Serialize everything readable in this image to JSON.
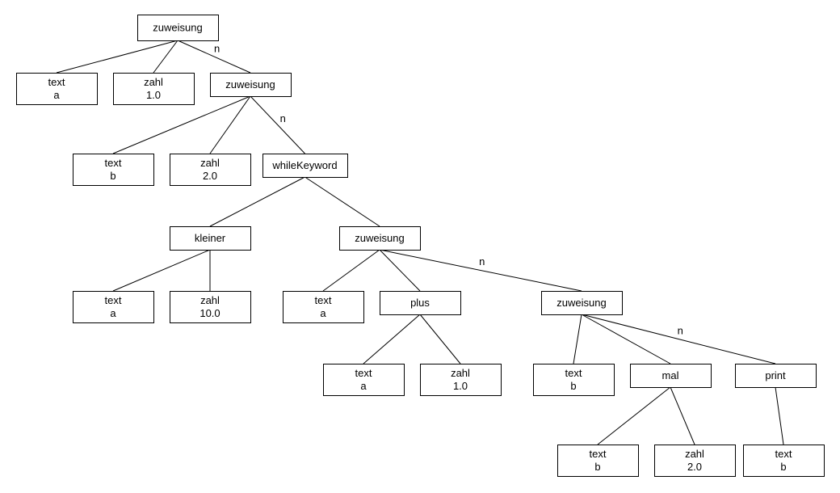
{
  "colors": {
    "background": "#ffffff",
    "stroke": "#000000",
    "text": "#000000"
  },
  "nodes": [
    {
      "id": "n1",
      "lines": [
        "zuweisung"
      ]
    },
    {
      "id": "n2",
      "lines": [
        "text",
        "a"
      ]
    },
    {
      "id": "n3",
      "lines": [
        "zahl",
        "1.0"
      ]
    },
    {
      "id": "n4",
      "lines": [
        "zuweisung"
      ]
    },
    {
      "id": "n5",
      "lines": [
        "text",
        "b"
      ]
    },
    {
      "id": "n6",
      "lines": [
        "zahl",
        "2.0"
      ]
    },
    {
      "id": "n7",
      "lines": [
        "whileKeyword"
      ]
    },
    {
      "id": "n8",
      "lines": [
        "kleiner"
      ]
    },
    {
      "id": "n9",
      "lines": [
        "zuweisung"
      ]
    },
    {
      "id": "n10",
      "lines": [
        "text",
        "a"
      ]
    },
    {
      "id": "n11",
      "lines": [
        "zahl",
        "10.0"
      ]
    },
    {
      "id": "n12",
      "lines": [
        "text",
        "a"
      ]
    },
    {
      "id": "n13",
      "lines": [
        "plus"
      ]
    },
    {
      "id": "n14",
      "lines": [
        "zuweisung"
      ]
    },
    {
      "id": "n15",
      "lines": [
        "text",
        "a"
      ]
    },
    {
      "id": "n16",
      "lines": [
        "zahl",
        "1.0"
      ]
    },
    {
      "id": "n17",
      "lines": [
        "text",
        "b"
      ]
    },
    {
      "id": "n18",
      "lines": [
        "mal"
      ]
    },
    {
      "id": "n19",
      "lines": [
        "print"
      ]
    },
    {
      "id": "n20",
      "lines": [
        "text",
        "b"
      ]
    },
    {
      "id": "n21",
      "lines": [
        "zahl",
        "2.0"
      ]
    },
    {
      "id": "n22",
      "lines": [
        "text",
        "b"
      ]
    }
  ],
  "edges": [
    {
      "from": "n1",
      "to": "n2",
      "label": ""
    },
    {
      "from": "n1",
      "to": "n3",
      "label": ""
    },
    {
      "from": "n1",
      "to": "n4",
      "label": "n"
    },
    {
      "from": "n4",
      "to": "n5",
      "label": ""
    },
    {
      "from": "n4",
      "to": "n6",
      "label": ""
    },
    {
      "from": "n4",
      "to": "n7",
      "label": "n"
    },
    {
      "from": "n7",
      "to": "n8",
      "label": ""
    },
    {
      "from": "n7",
      "to": "n9",
      "label": ""
    },
    {
      "from": "n8",
      "to": "n10",
      "label": ""
    },
    {
      "from": "n8",
      "to": "n11",
      "label": ""
    },
    {
      "from": "n9",
      "to": "n12",
      "label": ""
    },
    {
      "from": "n9",
      "to": "n13",
      "label": ""
    },
    {
      "from": "n9",
      "to": "n14",
      "label": "n"
    },
    {
      "from": "n13",
      "to": "n15",
      "label": ""
    },
    {
      "from": "n13",
      "to": "n16",
      "label": ""
    },
    {
      "from": "n14",
      "to": "n17",
      "label": ""
    },
    {
      "from": "n14",
      "to": "n18",
      "label": ""
    },
    {
      "from": "n14",
      "to": "n19",
      "label": "n"
    },
    {
      "from": "n18",
      "to": "n20",
      "label": ""
    },
    {
      "from": "n18",
      "to": "n21",
      "label": ""
    },
    {
      "from": "n19",
      "to": "n22",
      "label": ""
    }
  ]
}
